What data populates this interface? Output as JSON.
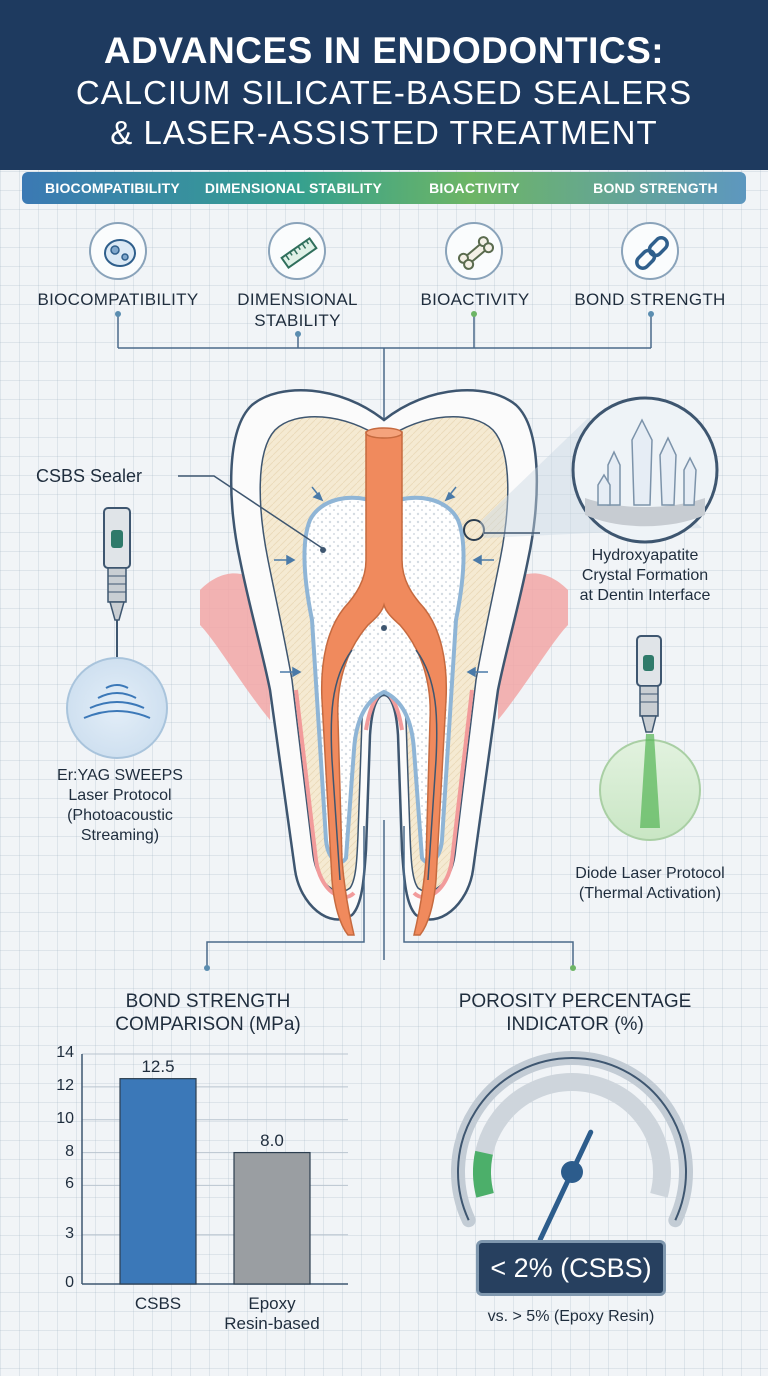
{
  "header": {
    "line1": "ADVANCES IN ENDODONTICS:",
    "line2": "CALCIUM SILICATE-BASED SEALERS",
    "line3": "& LASER-ASSISTED TREATMENT"
  },
  "band": [
    "BIOCOMPATIBILITY",
    "DIMENSIONAL STABILITY",
    "BIOACTIVITY",
    "BOND STRENGTH"
  ],
  "properties": [
    {
      "label_line1": "BIOCOMPATIBILITY",
      "label_line2": "",
      "icon": "cell-icon"
    },
    {
      "label_line1": "DIMENSIONAL",
      "label_line2": "STABILITY",
      "icon": "ruler-icon"
    },
    {
      "label_line1": "BIOACTIVITY",
      "label_line2": "",
      "icon": "bone-icon"
    },
    {
      "label_line1": "BOND STRENGTH",
      "label_line2": "",
      "icon": "chain-link-icon"
    }
  ],
  "callouts": {
    "sealer": "CSBS Sealer",
    "hydroxyapatite": [
      "Hydroxyapatite",
      "Crystal Formation",
      "at Dentin Interface"
    ],
    "eryag": [
      "Er:YAG SWEEPS",
      "Laser Protocol",
      "(Photoacoustic",
      "Streaming)"
    ],
    "diode": [
      "Diode Laser Protocol",
      "(Thermal Activation)"
    ]
  },
  "colors": {
    "header": "#1e3a5f",
    "csbs_bar": "#3b78b8",
    "epoxy_bar": "#9a9ea2",
    "gutta_percha": "#f08a5d",
    "diode_beam": "#5cb85c",
    "gauge_green": "#4caf6a"
  },
  "chart_data": [
    {
      "type": "bar",
      "title_line1": "BOND STRENGTH",
      "title_line2": "COMPARISON (MPa)",
      "categories": [
        "CSBS",
        "Epoxy Resin-based"
      ],
      "category_lines": [
        [
          "CSBS"
        ],
        [
          "Epoxy",
          "Resin-based"
        ]
      ],
      "values": [
        12.5,
        8.0
      ],
      "value_labels": [
        "12.5",
        "8.0"
      ],
      "ylim": [
        0,
        14
      ],
      "yticks": [
        "0",
        "3",
        "6",
        "8",
        "10",
        "12",
        "14"
      ],
      "grid": true
    },
    {
      "type": "gauge",
      "title_line1": "POROSITY PERCENTAGE",
      "title_line2": "INDICATOR (%)",
      "readout": "< 2% (CSBS)",
      "subtext": "vs. > 5% (Epoxy Resin)",
      "green_fraction": 0.13,
      "needle_fraction": 0.62
    }
  ]
}
